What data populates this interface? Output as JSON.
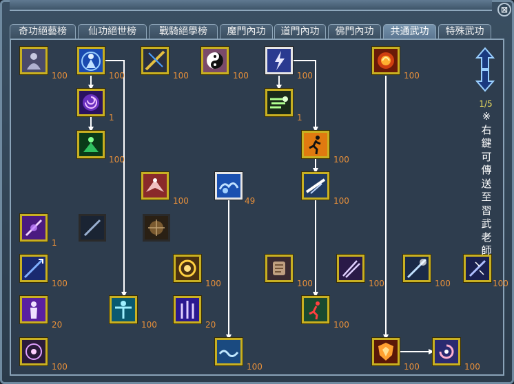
{
  "window": {
    "close_label": "⊠"
  },
  "tabs": [
    {
      "label": "奇功絕藝榜"
    },
    {
      "label": "仙功絕世榜"
    },
    {
      "label": "戰騎絕學榜"
    },
    {
      "label": "魔門內功"
    },
    {
      "label": "道門內功"
    },
    {
      "label": "佛門內功"
    },
    {
      "label": "共通武功",
      "active": true
    },
    {
      "label": "特殊武功"
    }
  ],
  "pager": {
    "page": "1/5",
    "up_icon": "arrow-up-icon",
    "down_icon": "arrow-down-icon"
  },
  "note": "※右鍵可傳送至習武老師",
  "skills": [
    {
      "name": "meditate-figure",
      "level": "100",
      "colors": [
        "#6a5a9a",
        "#9a9ac0"
      ]
    },
    {
      "name": "aura-figure",
      "level": "100",
      "colors": [
        "#2a60c8",
        "#9ad0ff"
      ]
    },
    {
      "name": "golden-slash",
      "level": "100",
      "colors": [
        "#3a3a10",
        "#e6c040"
      ]
    },
    {
      "name": "taiji",
      "level": "100",
      "colors": [
        "#6a3a5a",
        "#ffffff"
      ]
    },
    {
      "name": "lightning-burst",
      "level": "100",
      "colors": [
        "#3040a0",
        "#e0e0ff"
      ]
    },
    {
      "name": "flame-seal",
      "level": "100",
      "colors": [
        "#8a2a10",
        "#ffb030"
      ]
    },
    {
      "name": "purple-vortex",
      "level": "1",
      "colors": [
        "#3a1a70",
        "#d080ff"
      ]
    },
    {
      "name": "dash-wind",
      "level": "1",
      "colors": [
        "#1a3a1a",
        "#b0ff90"
      ]
    },
    {
      "name": "green-meditation",
      "level": "100",
      "colors": [
        "#0a4a20",
        "#40e070"
      ]
    },
    {
      "name": "running-man",
      "level": "100",
      "colors": [
        "#c86010",
        "#ffd060"
      ]
    },
    {
      "name": "flying-kick",
      "level": "100",
      "colors": [
        "#203050",
        "#ffffff"
      ]
    },
    {
      "name": "red-winged-figure",
      "level": "100",
      "colors": [
        "#7a2020",
        "#f0c0c0"
      ]
    },
    {
      "name": "cloud-wave",
      "level": "49",
      "colors": [
        "#1a4aa0",
        "#a0d0ff"
      ]
    },
    {
      "name": "violet-blade",
      "level": "1",
      "colors": [
        "#5a2a90",
        "#e0b0ff"
      ]
    },
    {
      "name": "dark-blade",
      "level": "",
      "colors": [
        "#1a2a40",
        "#9ab0d0"
      ]
    },
    {
      "name": "dark-orb",
      "level": "",
      "colors": [
        "#2a2010",
        "#c0a070"
      ]
    },
    {
      "name": "blue-spear",
      "level": "100",
      "colors": [
        "#1a3080",
        "#80b0ff"
      ]
    },
    {
      "name": "golden-swirl",
      "level": "100",
      "colors": [
        "#604010",
        "#ffd040"
      ]
    },
    {
      "name": "brown-scroll",
      "level": "100",
      "colors": [
        "#3a2a20",
        "#c0a080"
      ]
    },
    {
      "name": "twin-blades",
      "level": "100",
      "colors": [
        "#3a2050",
        "#e0d0ff"
      ]
    },
    {
      "name": "sky-lance",
      "level": "100",
      "colors": [
        "#1a3050",
        "#c0e0ff"
      ]
    },
    {
      "name": "storm-staff",
      "level": "100",
      "colors": [
        "#202a60",
        "#b0c0ff"
      ]
    },
    {
      "name": "white-figure",
      "level": "20",
      "colors": [
        "#5a20a0",
        "#f0e0ff"
      ]
    },
    {
      "name": "cyan-figure",
      "level": "100",
      "colors": [
        "#0a6a80",
        "#a0f0ff"
      ]
    },
    {
      "name": "light-pillars",
      "level": "20",
      "colors": [
        "#3020a0",
        "#e0d0ff"
      ]
    },
    {
      "name": "red-runner",
      "level": "100",
      "colors": [
        "#1a4a30",
        "#ff4040"
      ]
    },
    {
      "name": "spiral-eye",
      "level": "100",
      "colors": [
        "#302040",
        "#e0a0ff"
      ]
    },
    {
      "name": "water-wave",
      "level": "100",
      "colors": [
        "#1a4a80",
        "#c0e8ff"
      ]
    },
    {
      "name": "fire-shield",
      "level": "100",
      "colors": [
        "#702010",
        "#ffa030"
      ]
    },
    {
      "name": "swirl-strike",
      "level": "100",
      "colors": [
        "#2a2a70",
        "#ffb0d0"
      ]
    }
  ]
}
